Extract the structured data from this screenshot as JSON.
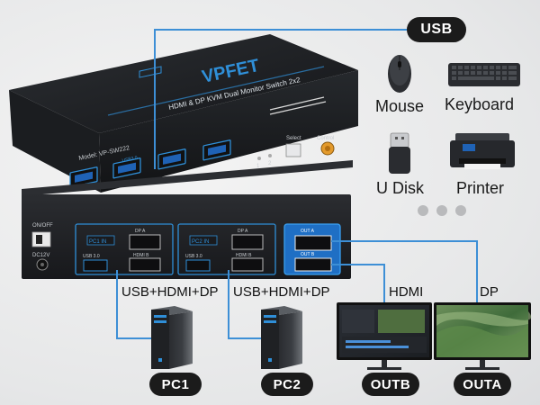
{
  "callouts": {
    "usb": "USB",
    "connection_left": "USB+HDMI+DP",
    "connection_right": "USB+HDMI+DP",
    "hdmi": "HDMI",
    "dp": "DP"
  },
  "devices": {
    "mouse": "Mouse",
    "keyboard": "Keyboard",
    "udisk": "U Disk",
    "printer": "Printer"
  },
  "outputs": {
    "pc1": "PC1",
    "pc2": "PC2",
    "outb": "OUTB",
    "outa": "OUTA"
  },
  "switch_box": {
    "brand": "VPFET",
    "subtitle": "HDMI & DP KVM Dual Monitor Switch 2x2",
    "model": "Model: VP-SW222",
    "select": "Select",
    "control": "Control",
    "port_num_1": "1",
    "port_num_2": "2",
    "usb30": "USB3.0",
    "on_off": "ON/OFF",
    "dc": "DC12V",
    "pc1_in": "PC1 IN",
    "pc2_in": "PC2 IN",
    "dp_a": "DP A",
    "hdmi_b": "HDMI B",
    "usb_30": "USB 3.0",
    "out_a": "OUT A",
    "out_b": "OUT B"
  },
  "colors": {
    "accent_blue": "#2f8fd8",
    "cable_blue": "#3d8fd6",
    "box_dark": "#1d1f22",
    "pill_bg": "#1b1b1b"
  }
}
